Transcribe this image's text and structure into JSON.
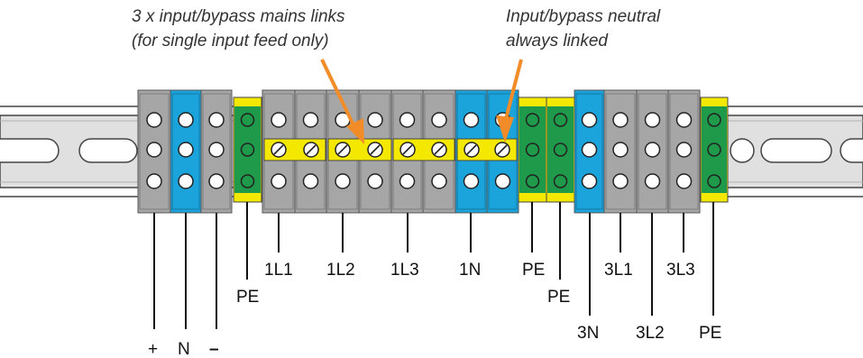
{
  "annotations": {
    "links_line1": "3 x input/bypass mains links",
    "links_line2": "(for single input feed only)",
    "neutral_line1": "Input/bypass neutral",
    "neutral_line2": "always linked"
  },
  "terminal_labels": {
    "plus": "+",
    "n": "N",
    "minus": "–",
    "pe1": "PE",
    "l1_in": "1L1",
    "l2_in": "1L2",
    "l3_in": "1L3",
    "n_in": "1N",
    "pe2": "PE",
    "pe3": "PE",
    "n_out": "3N",
    "l1_out": "3L1",
    "l2_out": "3L2",
    "l3_out": "3L3",
    "pe4": "PE"
  },
  "colors": {
    "grey_terminal": "#a6a6a6",
    "blue_terminal": "#1ba3dc",
    "green_terminal": "#1f9a4a",
    "yellow": "#f5e800",
    "arrow": "#f28c28",
    "rail": "#d9d9d9"
  }
}
